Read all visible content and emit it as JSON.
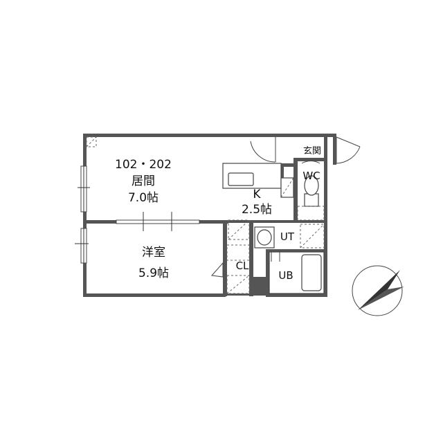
{
  "plan": {
    "unit_number": "102・202",
    "rooms": {
      "living": {
        "name": "居間",
        "size": "7.0帖"
      },
      "kitchen": {
        "name": "K",
        "size": "2.5帖"
      },
      "western": {
        "name": "洋室",
        "size": "5.9帖"
      },
      "closet": {
        "name": "CL"
      },
      "utility": {
        "name": "UT"
      },
      "bath": {
        "name": "UB"
      },
      "toilet": {
        "name": "WC"
      },
      "entrance": {
        "name": "玄関"
      }
    },
    "compass": {
      "icon": "north-arrow-icon"
    }
  }
}
